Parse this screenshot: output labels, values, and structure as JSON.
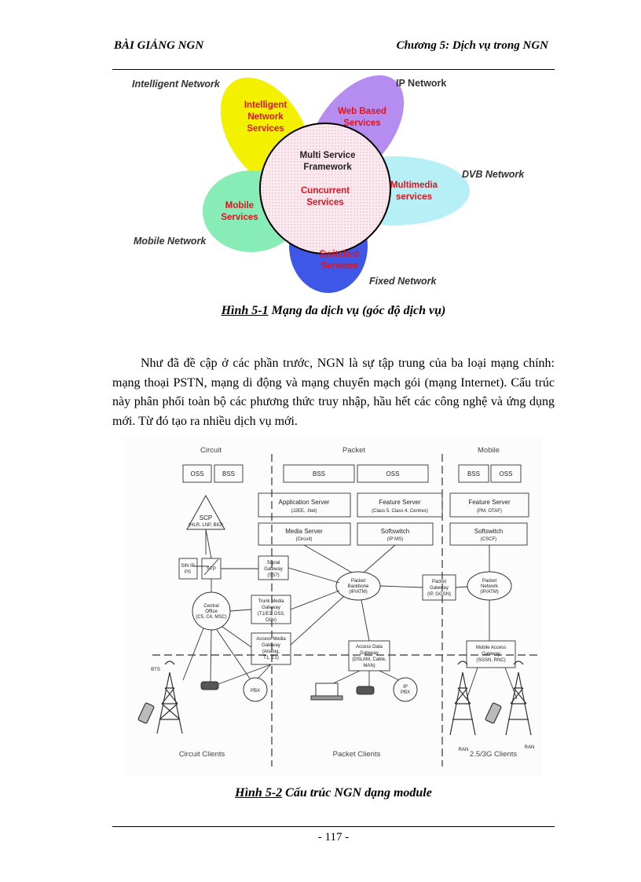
{
  "header": {
    "left": "BÀI GIẢNG NGN",
    "right": "Chương 5: Dịch vụ trong NGN"
  },
  "figure1": {
    "networks": {
      "intelligent": "Intelligent Network",
      "ip": "IP Network",
      "dvb": "DVB Network",
      "mobile": "Mobile Network",
      "fixed": "Fixed Network"
    },
    "petals": {
      "intelligent": [
        "Intelligent",
        "Network",
        "Services"
      ],
      "web": [
        "Web Based",
        "Services"
      ],
      "multimedia": [
        "Multimedia",
        "services"
      ],
      "mobile": [
        "Mobile",
        "Services"
      ],
      "switched": [
        "Switched",
        "Services"
      ]
    },
    "center": {
      "title": [
        "Multi Service",
        "Framework"
      ],
      "sub": [
        "Cuncurrent",
        "Services"
      ]
    },
    "colors": {
      "yellow": "#f4f100",
      "violet": "#b58cf0",
      "cyan": "#b6f0f6",
      "green": "#88ecb6",
      "blue": "#3f57e6",
      "red": "#e0141d"
    },
    "caption_num": "Hình 5-1",
    "caption_text": " Mạng đa dịch vụ (góc độ dịch vụ)"
  },
  "paragraph": "Như đã đề cập ở các phần trước, NGN là sự tập trung của ba loại mạng chính: mạng thoại PSTN, mạng di động và mạng chuyển mạch gói (mạng Internet). Cấu trúc này phân phối toàn bộ các phương thức truy nhập, hầu hết các công nghệ và ứng dụng mới. Từ đó tạo ra nhiều dịch vụ mới.",
  "figure2": {
    "regions": [
      "Circuit",
      "Packet",
      "Mobile"
    ],
    "clients": [
      "Circuit Clients",
      "Packet Clients",
      "2.5/3G Clients"
    ],
    "boxes": {
      "oss1": "OSS",
      "bss1": "BSS",
      "bss2": "BSS",
      "oss2": "OSS",
      "bss3": "BSS",
      "oss3": "OSS",
      "app_server": [
        "Application Server",
        "(J2EE, .Net)"
      ],
      "feature_server": [
        "Feature Server",
        "(Class 5, Class 4, Centrex)"
      ],
      "feature_server_m": [
        "Feature Server",
        "(PM, OTAF)"
      ],
      "media_server": [
        "Media Server",
        "(Circuit)"
      ],
      "softswitch": [
        "Softswitch",
        "(IP MS)"
      ],
      "softswitch_m": [
        "Softswitch",
        "(CSCF)"
      ],
      "scp": [
        "SCP",
        "(HLR, LNP, BIO)"
      ],
      "sin": [
        "SIN IP",
        "PS"
      ],
      "stp": "STP",
      "signal_gw": [
        "Signal",
        "Gateway",
        "(SS7)"
      ],
      "packet_backbone": [
        "Packet",
        "Backbone",
        "(IP/ATM)"
      ],
      "packet_gateway": [
        "Packet",
        "Gateway",
        "(IP, GGSN)"
      ],
      "packet_network": [
        "Packet",
        "Network",
        "(IP/ATM)"
      ],
      "central_office": [
        "Central",
        "Office",
        "(C5, C4, MSC)"
      ],
      "trunk_gw": [
        "Trunk Media",
        "Gateway",
        "(T1/E1, DS3,",
        "OCx)"
      ],
      "access_media_gw": [
        "Access Media",
        "Gateway",
        "(Analog,",
        "T1, E1)"
      ],
      "access_data_gw": [
        "Access Data",
        "Gateway",
        "(DSLAM, Cable,",
        "MAN)"
      ],
      "mobile_access_gw": [
        "Mobile Access",
        "Gateway",
        "(SGSN, RNC)"
      ],
      "pbx": "PBX",
      "ip_pbx": [
        "IP",
        "PBX"
      ],
      "bts": "BTS",
      "ran1": "RAN",
      "ran2": "RAN"
    },
    "caption_num": "Hình 5-2",
    "caption_text": "  Cấu trúc NGN dạng module"
  },
  "page_number": "- 117 -"
}
